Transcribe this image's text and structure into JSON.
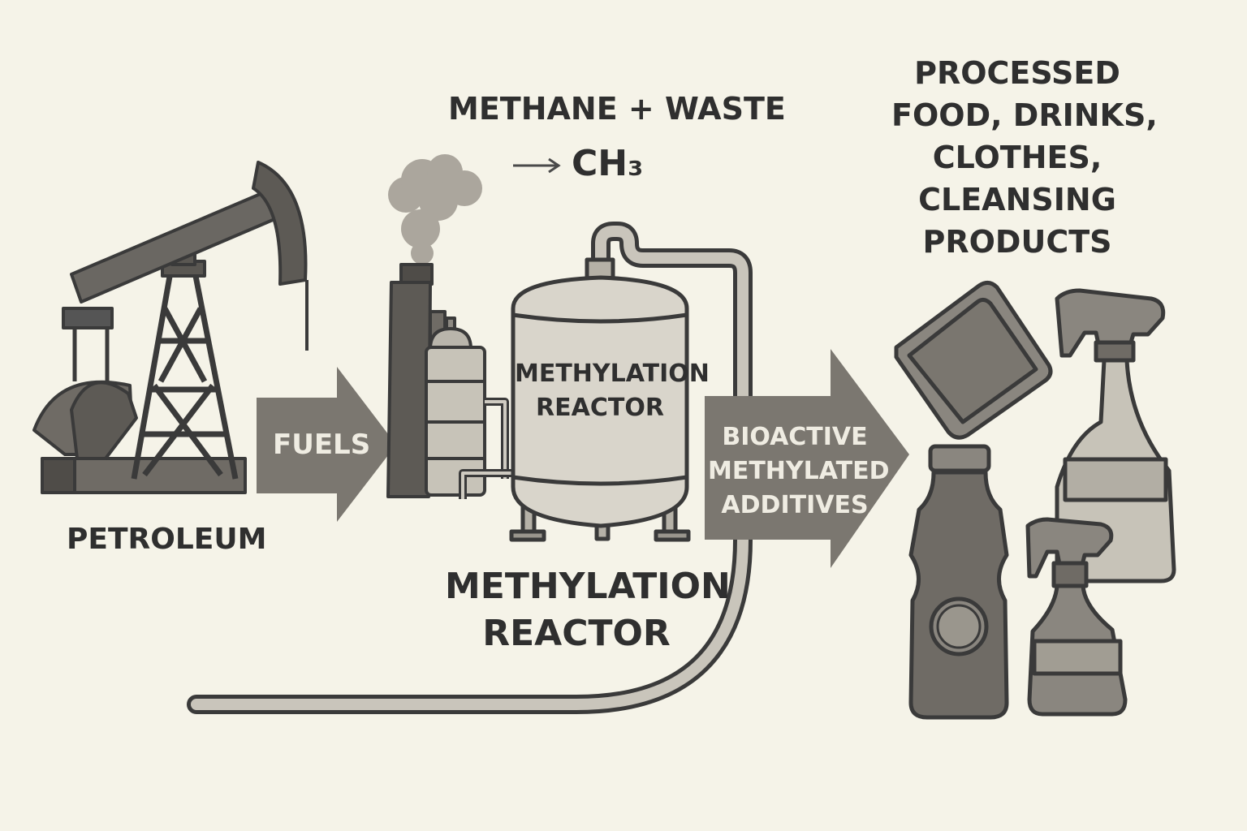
{
  "colors": {
    "background": "#f5f3e8",
    "arrow_fill": "#7b7770",
    "outline": "#3a3a3a",
    "tank_fill": "#d9d5cb",
    "text": "#2f2f2f",
    "arrow_text": "#efece2"
  },
  "icons": [
    "oil-pumpjack-icon",
    "factory-smokestack-icon",
    "methylation-tank-icon",
    "cloth-icon",
    "plastic-bottle-icon",
    "spray-bottle-icon",
    "small-spray-bottle-icon"
  ],
  "labels": {
    "petroleum": "PETROLEUM",
    "fuels": "FUELS",
    "methane_waste": "METHANE + WASTE",
    "ch3_arrow": "→",
    "ch3": "CH₃",
    "tank_label": [
      "METHYLATION",
      "REACTOR"
    ],
    "reactor_caption": [
      "METHYLATION",
      "REACTOR"
    ],
    "bioactive": [
      "BIOACTIVE",
      "METHYLATED",
      "ADDITIVES"
    ],
    "products": [
      "PROCESSED",
      "FOOD, DRINKS,",
      "CLOTHES,",
      "CLEANSING",
      "PRODUCTS"
    ]
  }
}
